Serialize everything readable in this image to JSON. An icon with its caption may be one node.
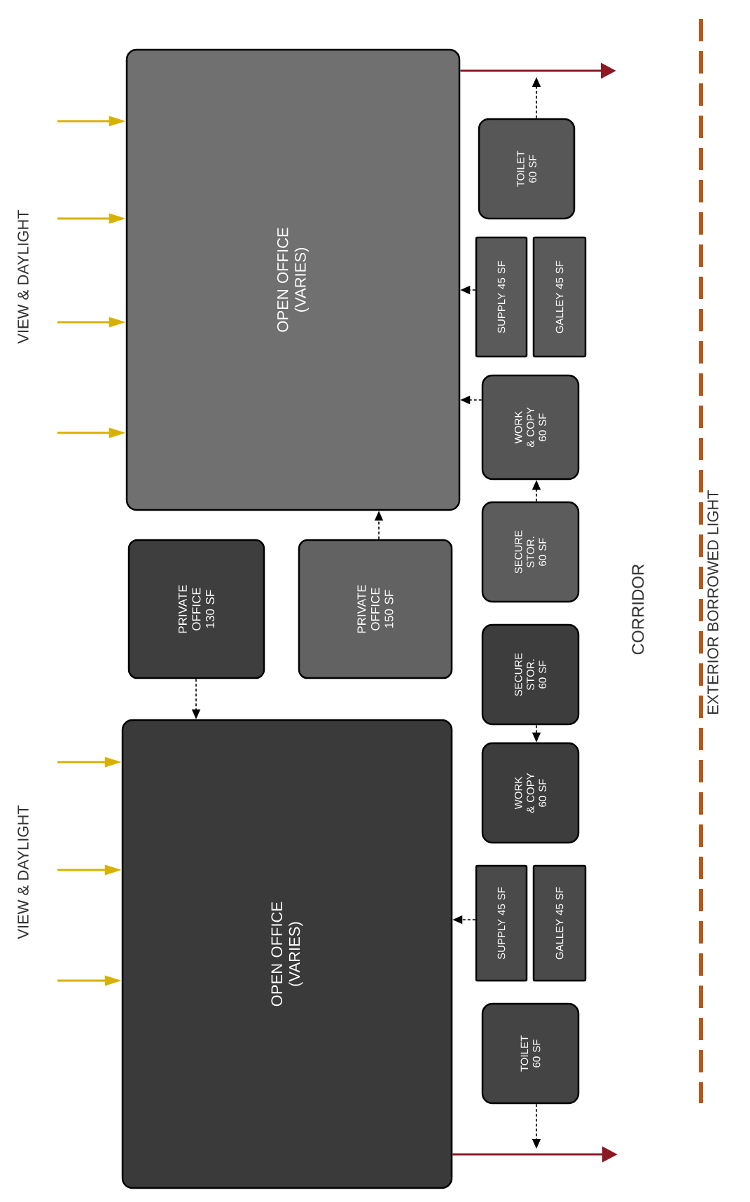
{
  "diagram": {
    "nodes": [
      {
        "text": [
          "OPEN OFFICE (VARIES)"
        ]
      },
      {
        "text": [
          "TOILET 60 SF"
        ]
      },
      {
        "text": [
          "SUPPLY 45 SF"
        ]
      },
      {
        "text": [
          "GALLEY 45 SF"
        ]
      },
      {
        "text": [
          "WORK & COPY 60 SF"
        ]
      },
      {
        "text": [
          "SECURE STOR. 60 SF"
        ]
      },
      {
        "text": [
          "PRIVATE OFFICE 130 SF"
        ]
      },
      {
        "text": [
          "PRIVATE OFFICE 150 SF"
        ]
      },
      {
        "text": [
          "SECURE STOR. 60 SF"
        ]
      },
      {
        "text": [
          "WORK & COPY 60 SF"
        ]
      },
      {
        "text": [
          "OPEN OFFICE (VARIES)"
        ]
      },
      {
        "text": [
          "SUPPLY 45 SF"
        ]
      },
      {
        "text": [
          "GALLEY 45 SF"
        ]
      },
      {
        "text": [
          "TOILET 60 SF"
        ]
      }
    ],
    "edges": [
      {
        "from": null,
        "to": 0,
        "arrow": "to",
        "color": "#d8b100"
      },
      {
        "from": null,
        "to": 0,
        "arrow": "to",
        "color": "#d8b100"
      },
      {
        "from": null,
        "to": 0,
        "arrow": "to",
        "color": "#d8b100"
      },
      {
        "from": null,
        "to": 0,
        "arrow": "to",
        "color": "#d8b100"
      },
      {
        "from": null,
        "to": 10,
        "arrow": "to",
        "color": "#d8b100"
      },
      {
        "from": null,
        "to": 10,
        "arrow": "to",
        "color": "#d8b100"
      },
      {
        "from": null,
        "to": 10,
        "arrow": "to",
        "color": "#d8b100"
      },
      {
        "from": 0,
        "to": null,
        "arrow": "to",
        "color": "#8b1a24"
      },
      {
        "from": 10,
        "to": null,
        "arrow": "to",
        "color": "#8b1a24"
      },
      {
        "from": 1,
        "to": null,
        "arrow": "to",
        "style": "dashed"
      },
      {
        "from": 2,
        "to": 0,
        "arrow": "to",
        "style": "dashed"
      },
      {
        "from": 4,
        "to": 0,
        "arrow": "to",
        "style": "dashed"
      },
      {
        "from": 5,
        "to": 4,
        "arrow": "to",
        "style": "dashed"
      },
      {
        "from": 7,
        "to": 0,
        "arrow": "to",
        "style": "dashed"
      },
      {
        "from": 6,
        "to": 10,
        "arrow": "to",
        "style": "dashed"
      },
      {
        "from": 8,
        "to": 9,
        "arrow": "to",
        "style": "dashed"
      },
      {
        "from": 11,
        "to": 10,
        "arrow": "to",
        "style": "dashed"
      },
      {
        "from": 13,
        "to": null,
        "arrow": "to",
        "style": "dashed"
      }
    ],
    "labels": [
      "VIEW & DAYLIGHT",
      "VIEW & DAYLIGHT",
      "CORRIDOR",
      "EXTERIOR BORROWED LIGHT"
    ]
  }
}
